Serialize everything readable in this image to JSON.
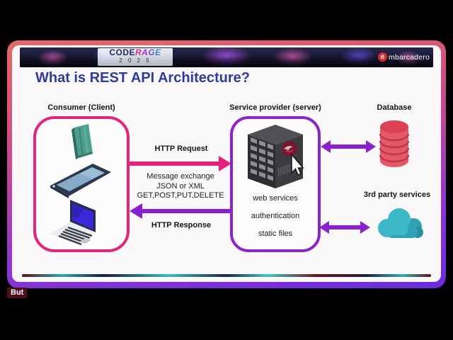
{
  "video": {
    "caption": "But"
  },
  "banner": {
    "coderage_part1": "CODE",
    "coderage_part2": "RAGE",
    "coderage_year": "2 0 2 5",
    "embarcadero_initial": "e",
    "embarcadero_rest": "mbarcadero"
  },
  "slide": {
    "title": "What is REST API Architecture?",
    "client": {
      "label": "Consumer (Client)"
    },
    "exchange": {
      "request": "HTTP Request",
      "lines": [
        "Message exchange",
        "JSON or XML",
        "GET,POST,PUT,DELETE"
      ],
      "response": "HTTP Response"
    },
    "server": {
      "label": "Service provider (server)",
      "items": [
        "web services",
        "authentication",
        "static files"
      ]
    },
    "database_label": "Database",
    "third_party_label": "3rd party services"
  },
  "icons": {
    "client_devices": [
      "smartphone-icon",
      "tablet-icon",
      "laptop-icon"
    ],
    "server": "server-tower-icon",
    "server_badge": "red-emblem-badge-icon",
    "cursor": "mouse-cursor-icon",
    "database": "database-cylinder-icon",
    "third_party": "cloud-icon"
  },
  "colors": {
    "title_blue": "#2c3c9e",
    "client_border_pink": "#e0257a",
    "server_border_purple": "#8a25c9",
    "request_arrow_pink": "#e6217c",
    "response_arrow_purple": "#8b1fd0",
    "link_arrow_purple": "#8a22cc",
    "database_red": "#e4596a",
    "cloud_teal": "#3ab5c6",
    "frame_gradient_top": "#e26a66",
    "frame_gradient_bottom": "#6d2be2"
  }
}
